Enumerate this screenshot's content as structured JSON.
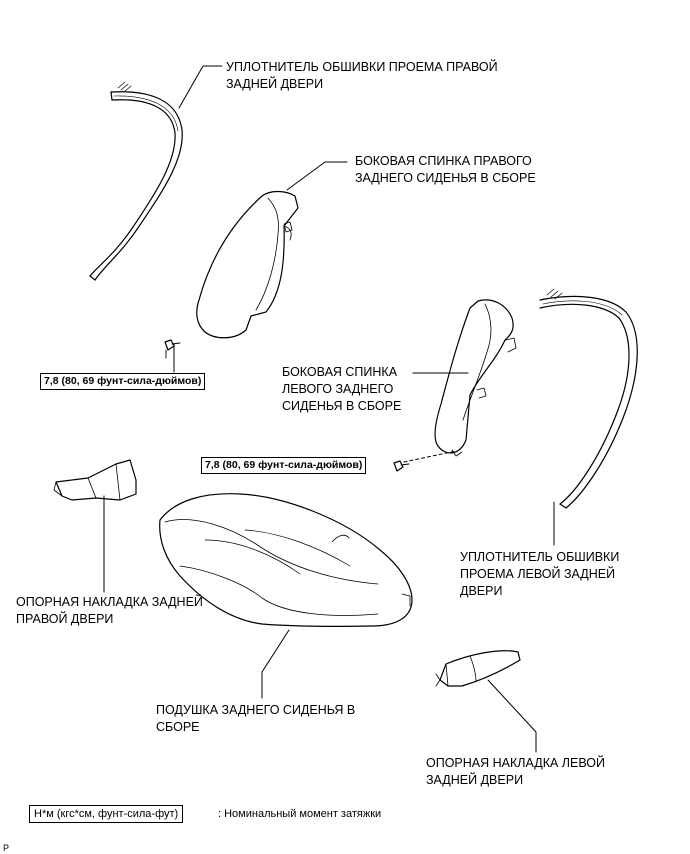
{
  "labels": {
    "right_weatherstrip": [
      "УПЛОТНИТЕЛЬ ОБШИВКИ ПРОЕМА ПРАВОЙ",
      "ЗАДНЕЙ ДВЕРИ"
    ],
    "right_side_back": [
      "БОКОВАЯ СПИНКА ПРАВОГО",
      "ЗАДНЕГО СИДЕНЬЯ В СБОРЕ"
    ],
    "left_side_back": [
      "БОКОВАЯ СПИНКА",
      "ЛЕВОГО ЗАДНЕГО",
      "СИДЕНЬЯ В СБОРЕ"
    ],
    "left_weatherstrip": [
      "УПЛОТНИТЕЛЬ ОБШИВКИ",
      "ПРОЕМА ЛЕВОЙ ЗАДНЕЙ",
      "ДВЕРИ"
    ],
    "right_scuff": [
      "ОПОРНАЯ НАКЛАДКА ЗАДНЕЙ",
      "ПРАВОЙ ДВЕРИ"
    ],
    "cushion": [
      "ПОДУШКА ЗАДНЕГО СИДЕНЬЯ В",
      "СБОРЕ"
    ],
    "left_scuff": [
      "ОПОРНАЯ НАКЛАДКА ЛЕВОЙ",
      "ЗАДНЕЙ ДВЕРИ"
    ]
  },
  "torque": {
    "right": "7,8 (80, 69 фунт-сила-дюймов)",
    "left": "7,8 (80, 69 фунт-сила-дюймов)"
  },
  "legend": {
    "unit": "Н*м (кгс*см, фунт-сила-фут)",
    "description": ": Номинальный момент затяжки"
  },
  "corner_mark": "P"
}
